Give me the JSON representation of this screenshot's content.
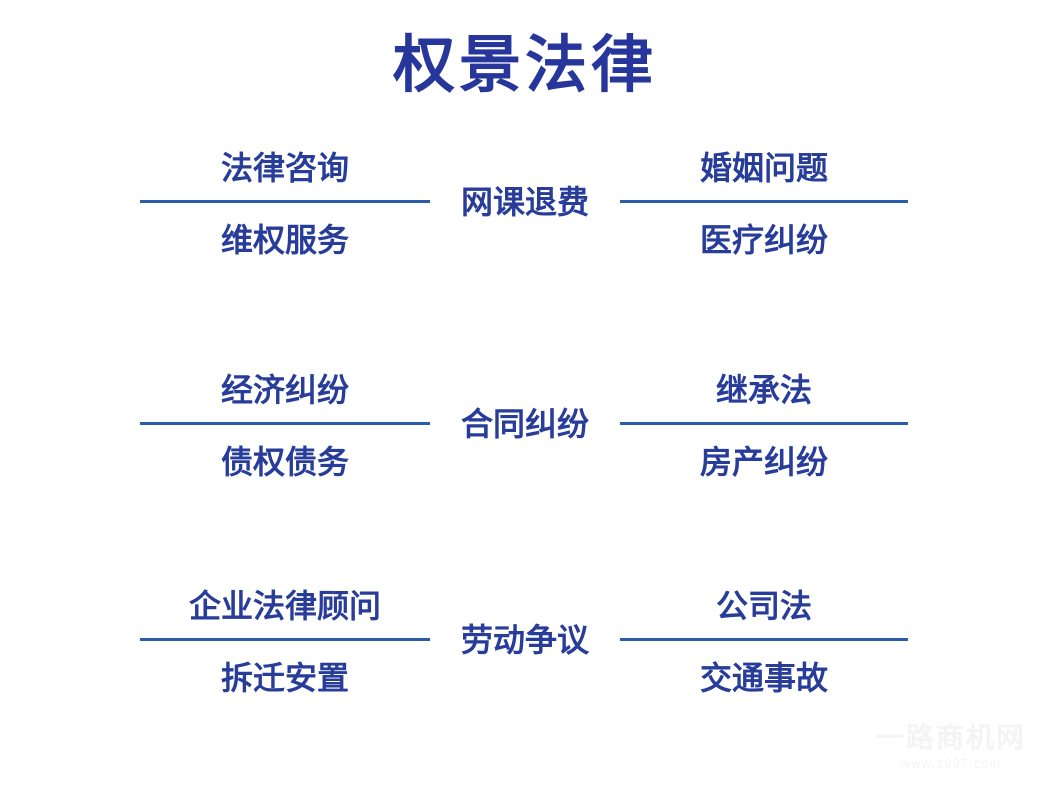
{
  "title": "权景法律",
  "rows": [
    {
      "left_top": "法律咨询",
      "left_bottom": "维权服务",
      "center": "网课退费",
      "right_top": "婚姻问题",
      "right_bottom": "医疗纠纷"
    },
    {
      "left_top": "经济纠纷",
      "left_bottom": "债权债务",
      "center": "合同纠纷",
      "right_top": "继承法",
      "right_bottom": "房产纠纷"
    },
    {
      "left_top": "企业法律顾问",
      "left_bottom": "拆迁安置",
      "center": "劳动争议",
      "right_top": "公司法",
      "right_bottom": "交通事故"
    }
  ],
  "watermark": {
    "line1": "一路商机网",
    "line2": "www.1637.com"
  },
  "colors": {
    "text": "#283c9a",
    "title": "#27369b",
    "divider_line": "#2b5caa",
    "background": "#ffffff",
    "watermark": "#f4f4f4"
  }
}
